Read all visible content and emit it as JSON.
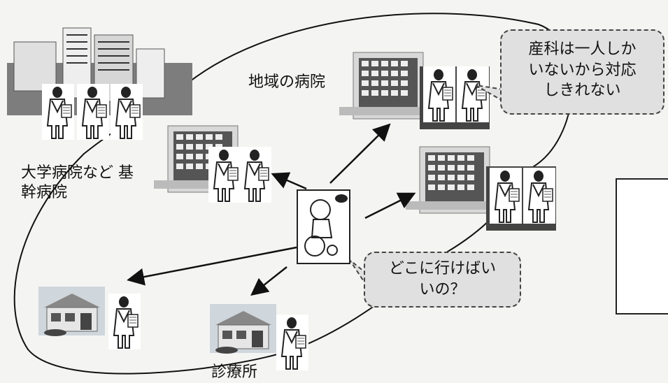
{
  "labels": {
    "regional_hospital": "地域の病院",
    "university_line1": "大学病院など 基",
    "university_line2": "幹病院",
    "clinic": "診療所"
  },
  "bubbles": {
    "obstetrics_line1": "産科は一人しか",
    "obstetrics_line2": "いないから対応",
    "obstetrics_line3": "しきれない",
    "where_line1": "どこに行けばい",
    "where_line2": "いの？"
  },
  "icons": {
    "building": "hospital-building-icon",
    "doctor": "doctor-icon",
    "clinic": "clinic-house-icon",
    "patient": "child-wheelchair-icon"
  },
  "colors": {
    "background": "#f4f4f2",
    "bubble_fill": "#e0e0e0",
    "ink": "#111111"
  }
}
